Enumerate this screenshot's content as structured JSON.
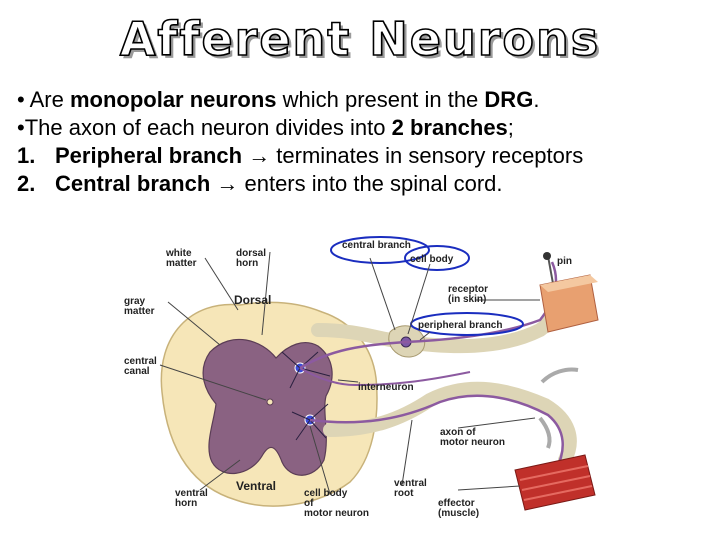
{
  "slide": {
    "title": "Afferent Neurons",
    "bullets": [
      {
        "prefix": "• Are ",
        "bold": "monopolar neurons",
        "mid": " which present in the ",
        "bold2": "DRG",
        "suffix": "."
      },
      {
        "prefix": "•The axon of each neuron divides into ",
        "bold": "2 branches",
        "suffix": ";"
      },
      {
        "number": "1.",
        "bold": "Peripheral branch",
        "suffix": " → terminates in sensory receptors"
      },
      {
        "number": "2.",
        "bold": "Central branch",
        "suffix": " → enters into the spinal cord."
      }
    ]
  },
  "diagram": {
    "labels": {
      "white_matter": [
        "white",
        "matter"
      ],
      "dorsal_horn": [
        "dorsal",
        "horn"
      ],
      "dorsal": "Dorsal",
      "gray_matter": [
        "gray",
        "matter"
      ],
      "central_canal": [
        "central",
        "canal"
      ],
      "central_branch": "central branch",
      "cell_body": "cell body",
      "pin": "pin",
      "receptor": [
        "receptor",
        "(in skin)"
      ],
      "peripheral_branch": "peripheral branch",
      "interneuron": "interneuron",
      "axon_motor": [
        "axon of",
        "motor neuron"
      ],
      "ventral": "Ventral",
      "ventral_horn": [
        "ventral",
        "horn"
      ],
      "cell_body_motor": [
        "cell body",
        "of",
        "motor neuron"
      ],
      "ventral_root": [
        "ventral",
        "root"
      ],
      "effector": [
        "effector",
        "(muscle)"
      ]
    },
    "colors": {
      "white_matter": "#f6e6b8",
      "gray_matter": "#8a6282",
      "nerve": "#ddd5b6",
      "highlight_ring": "#1a2dbf",
      "muscle": "#c0302a",
      "skin": "#e8a070"
    }
  }
}
